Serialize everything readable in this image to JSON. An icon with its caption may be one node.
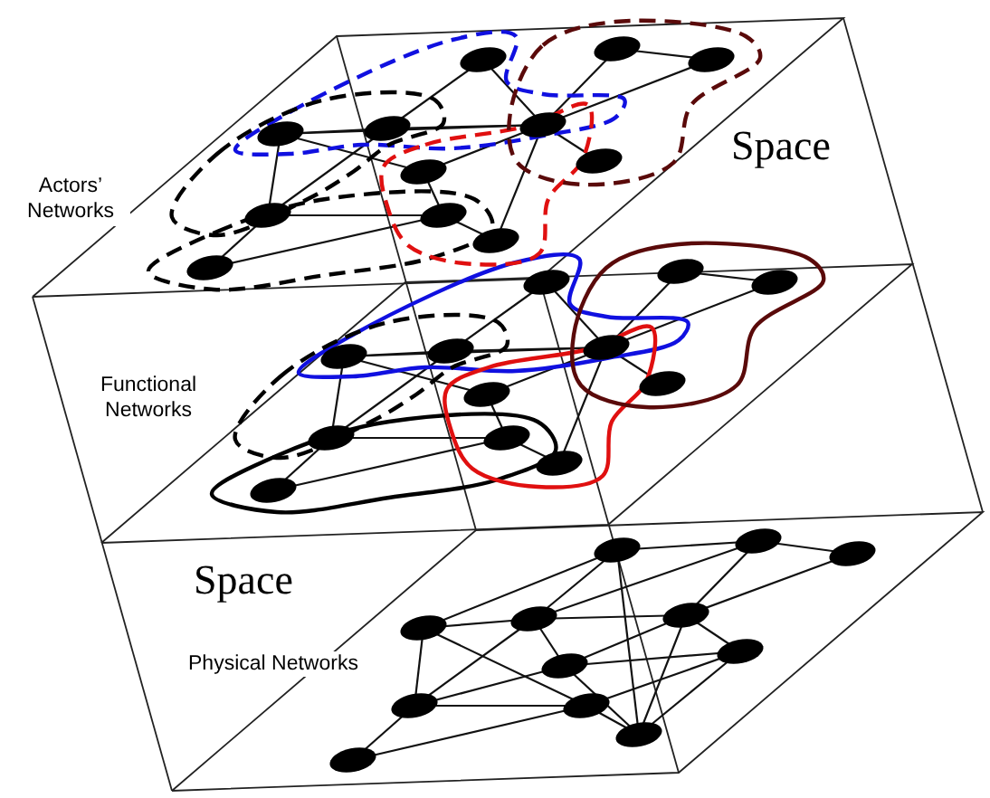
{
  "diagram": {
    "labels": [
      "Actors’ Networks",
      "Space",
      "Functional Networks",
      "Space",
      "Physical Networks"
    ]
  }
}
